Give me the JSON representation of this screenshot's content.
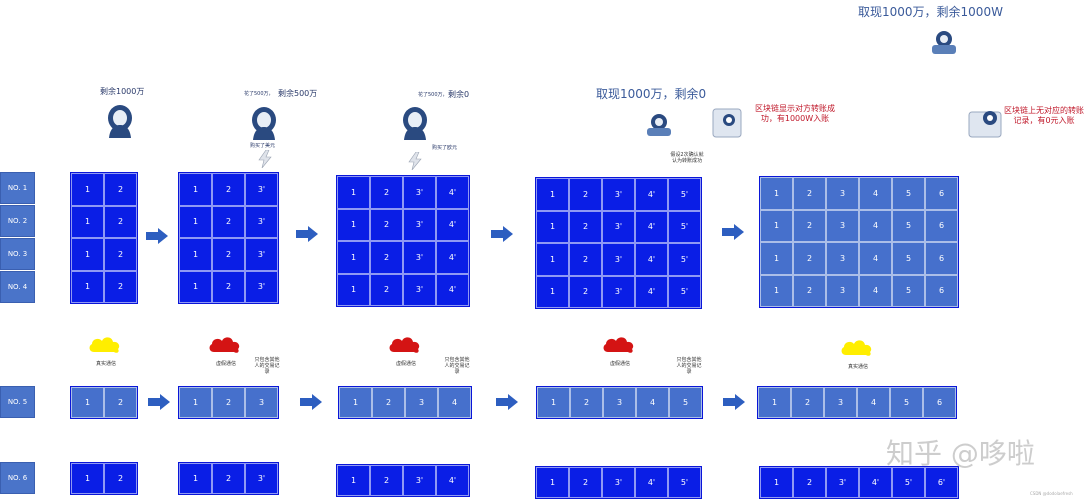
{
  "annotations": {
    "top_right": "取现1000万，剩余1000W",
    "balance_1": "剩余1000万",
    "spent_1": "花了500万，",
    "balance_2": "剩余500万",
    "bought_1": "购买了美元",
    "spent_2": "花了500万，",
    "balance_3": "剩余0",
    "bought_2": "购买了欧元",
    "withdraw": "取现1000万，剩余0",
    "assume": "假设2次确认就认为转账成功",
    "chain_success": "区块链显示对方转账成功，有1000W入账",
    "chain_none": "区块链上无对应的转账记录，有0元入账",
    "real_comm_1": "真实通信",
    "fake_comm_1": "虚假通信",
    "only_others_1": "只包含其他人的交易记录",
    "fake_comm_2": "虚假通信",
    "fake_comm_3": "虚假通信",
    "only_others_2": "只包含其他人的交易记录",
    "real_comm_2": "真实通信",
    "watermark": "知乎 @哆啦",
    "csdn": "CSDN @dodolaefresh"
  },
  "row_labels": [
    "NO. 1",
    "NO. 2",
    "NO. 3",
    "NO. 4",
    "NO. 5",
    "NO. 6"
  ],
  "blocks": {
    "g1": [
      [
        "1",
        "2"
      ],
      [
        "1",
        "2"
      ],
      [
        "1",
        "2"
      ],
      [
        "1",
        "2"
      ]
    ],
    "g2": [
      [
        "1",
        "2",
        "3'"
      ],
      [
        "1",
        "2",
        "3'"
      ],
      [
        "1",
        "2",
        "3'"
      ],
      [
        "1",
        "2",
        "3'"
      ]
    ],
    "g3": [
      [
        "1",
        "2",
        "3'",
        "4'"
      ],
      [
        "1",
        "2",
        "3'",
        "4'"
      ],
      [
        "1",
        "2",
        "3'",
        "4'"
      ],
      [
        "1",
        "2",
        "3'",
        "4'"
      ]
    ],
    "g4": [
      [
        "1",
        "2",
        "3'",
        "4'",
        "5'"
      ],
      [
        "1",
        "2",
        "3'",
        "4'",
        "5'"
      ],
      [
        "1",
        "2",
        "3'",
        "4'",
        "5'"
      ],
      [
        "1",
        "2",
        "3'",
        "4'",
        "5'"
      ]
    ],
    "g5": [
      [
        "1",
        "2",
        "3",
        "4",
        "5",
        "6"
      ],
      [
        "1",
        "2",
        "3",
        "4",
        "5",
        "6"
      ],
      [
        "1",
        "2",
        "3",
        "4",
        "5",
        "6"
      ],
      [
        "1",
        "2",
        "3",
        "4",
        "5",
        "6"
      ]
    ],
    "r5_1": [
      "1",
      "2"
    ],
    "r5_2": [
      "1",
      "2",
      "3"
    ],
    "r5_3": [
      "1",
      "2",
      "3",
      "4"
    ],
    "r5_4": [
      "1",
      "2",
      "3",
      "4",
      "5"
    ],
    "r5_5": [
      "1",
      "2",
      "3",
      "4",
      "5",
      "6"
    ],
    "r6_1": [
      "1",
      "2"
    ],
    "r6_2": [
      "1",
      "2",
      "3'"
    ],
    "r6_3": [
      "1",
      "2",
      "3'",
      "4'"
    ],
    "r6_4": [
      "1",
      "2",
      "3'",
      "4'",
      "5'"
    ],
    "r6_5": [
      "1",
      "2",
      "3'",
      "4'",
      "5'",
      "6'"
    ]
  },
  "colors": {
    "dark_block": "#0a1ee6",
    "light_block": "#4670cc",
    "red_cloud": "#d41414",
    "yellow_cloud": "#ffee00",
    "text_red": "#c0182a"
  },
  "icons": [
    "person-icon",
    "arrow-right-icon",
    "cloud-icon",
    "lightning-icon",
    "computer-icon"
  ]
}
